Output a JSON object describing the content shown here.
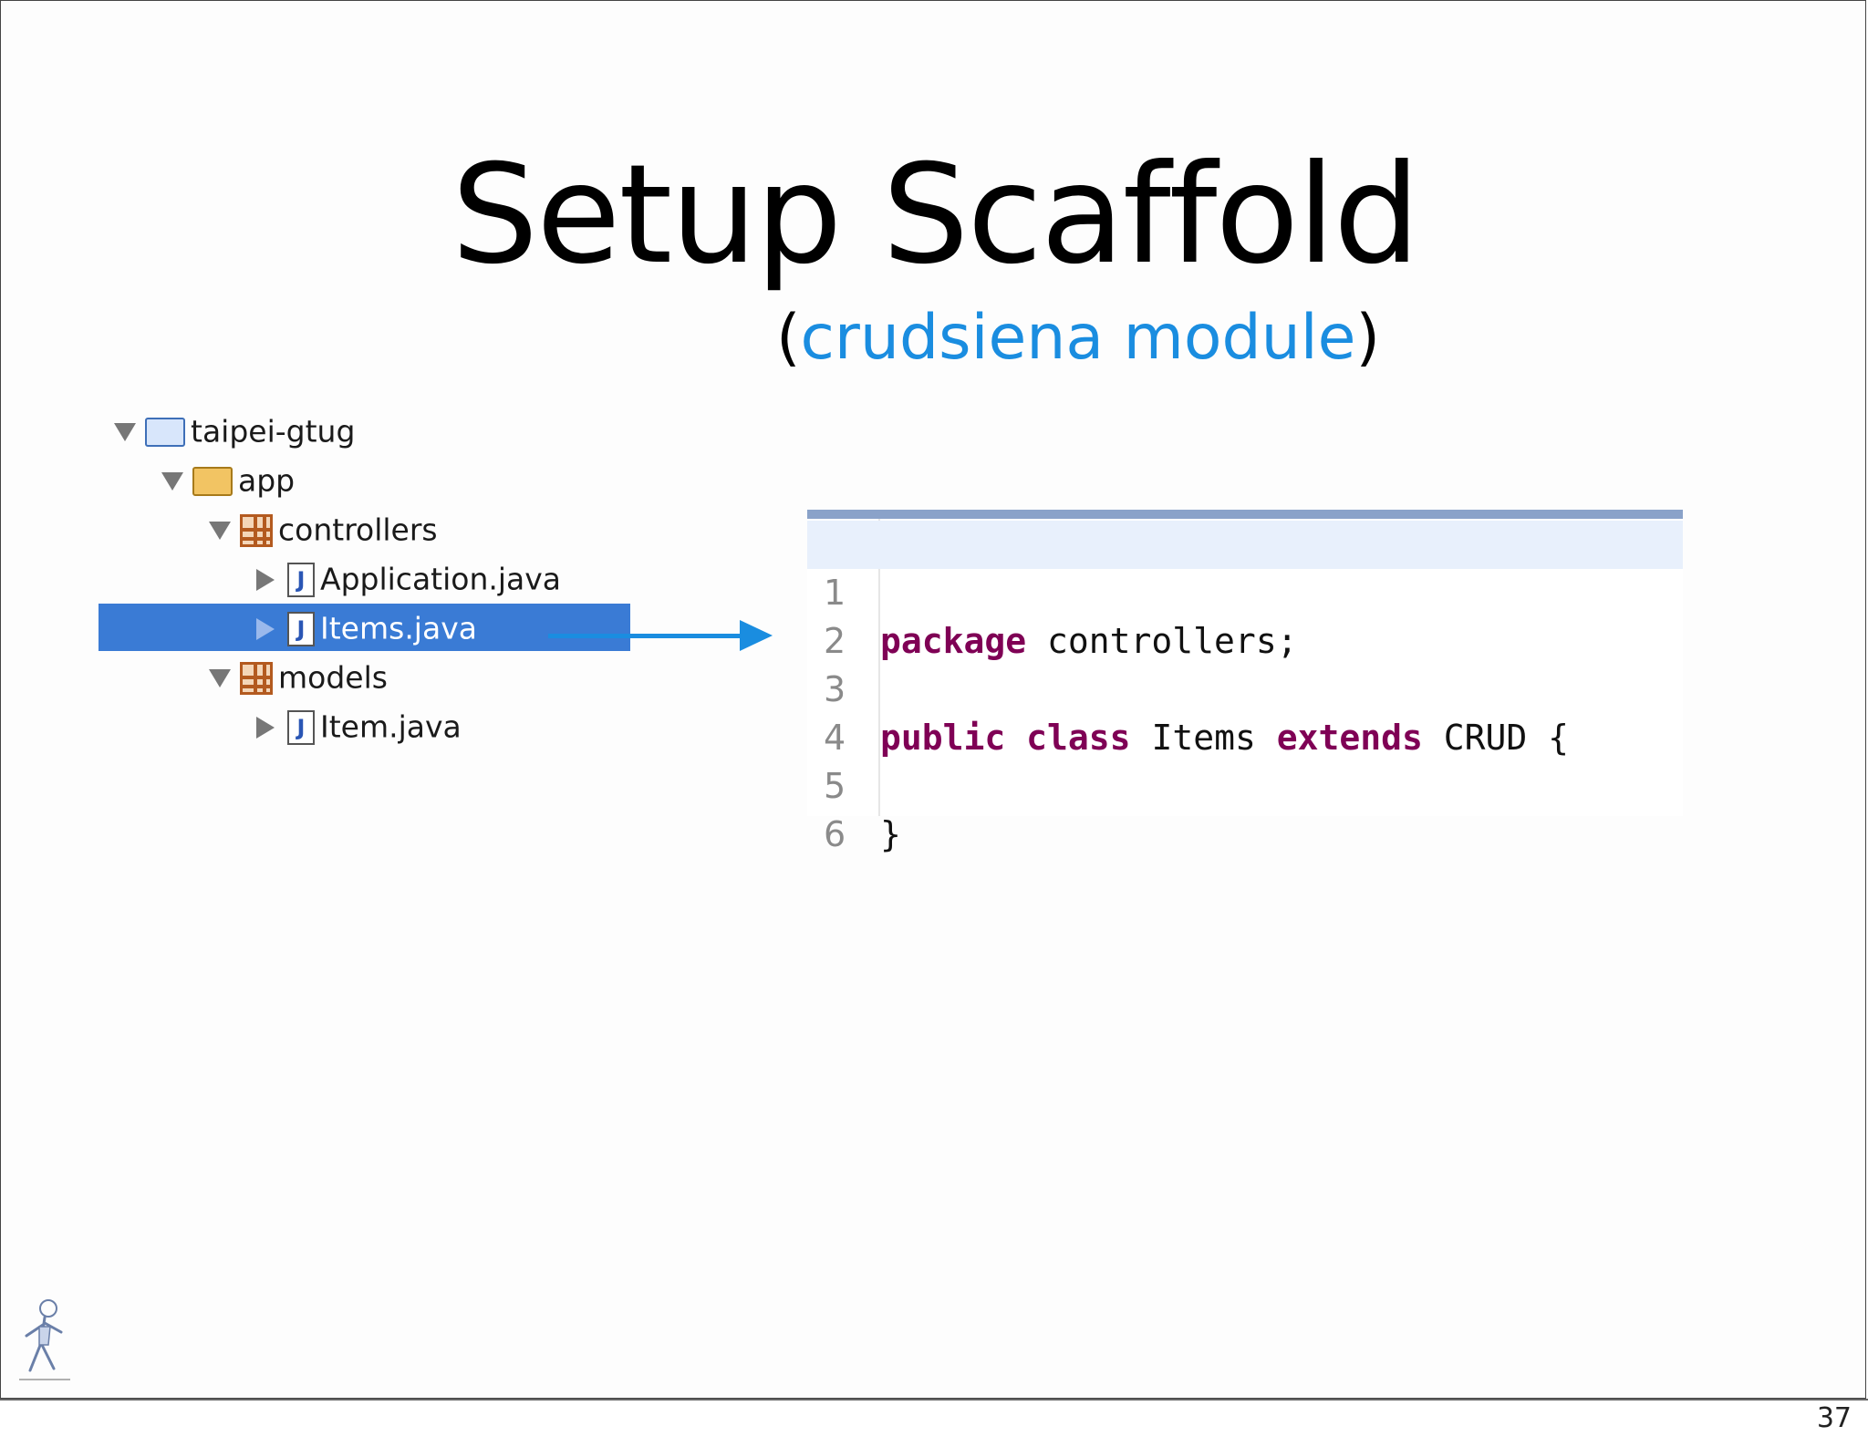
{
  "slide": {
    "title": "Setup Scaffold",
    "subtitle_open": "(",
    "subtitle_accent": "crudsiena module",
    "subtitle_close": ")",
    "page_number": "37",
    "accent_color": "#1a8de0"
  },
  "tree": {
    "project": "taipei-gtug",
    "app": "app",
    "controllers": "controllers",
    "application_java": "Application.java",
    "items_java": "Items.java",
    "models": "models",
    "item_java": "Item.java",
    "java_badge": "J",
    "selected_item": "Items.java",
    "selection_color": "#3a7bd5"
  },
  "editor": {
    "line_numbers": [
      "1",
      "2",
      "3",
      "4",
      "5",
      "6"
    ],
    "line1_kw": "package",
    "line1_rest": " controllers;",
    "line3_kw1": "public",
    "line3_kw2": "class",
    "line3_name": "Items",
    "line3_kw3": "extends",
    "line3_rest": "CRUD {",
    "line5": "}",
    "keyword_color": "#7f0055"
  },
  "icons": [
    "folder-icon",
    "package-icon",
    "java-file-icon",
    "arrow-icon",
    "mascot-icon"
  ]
}
